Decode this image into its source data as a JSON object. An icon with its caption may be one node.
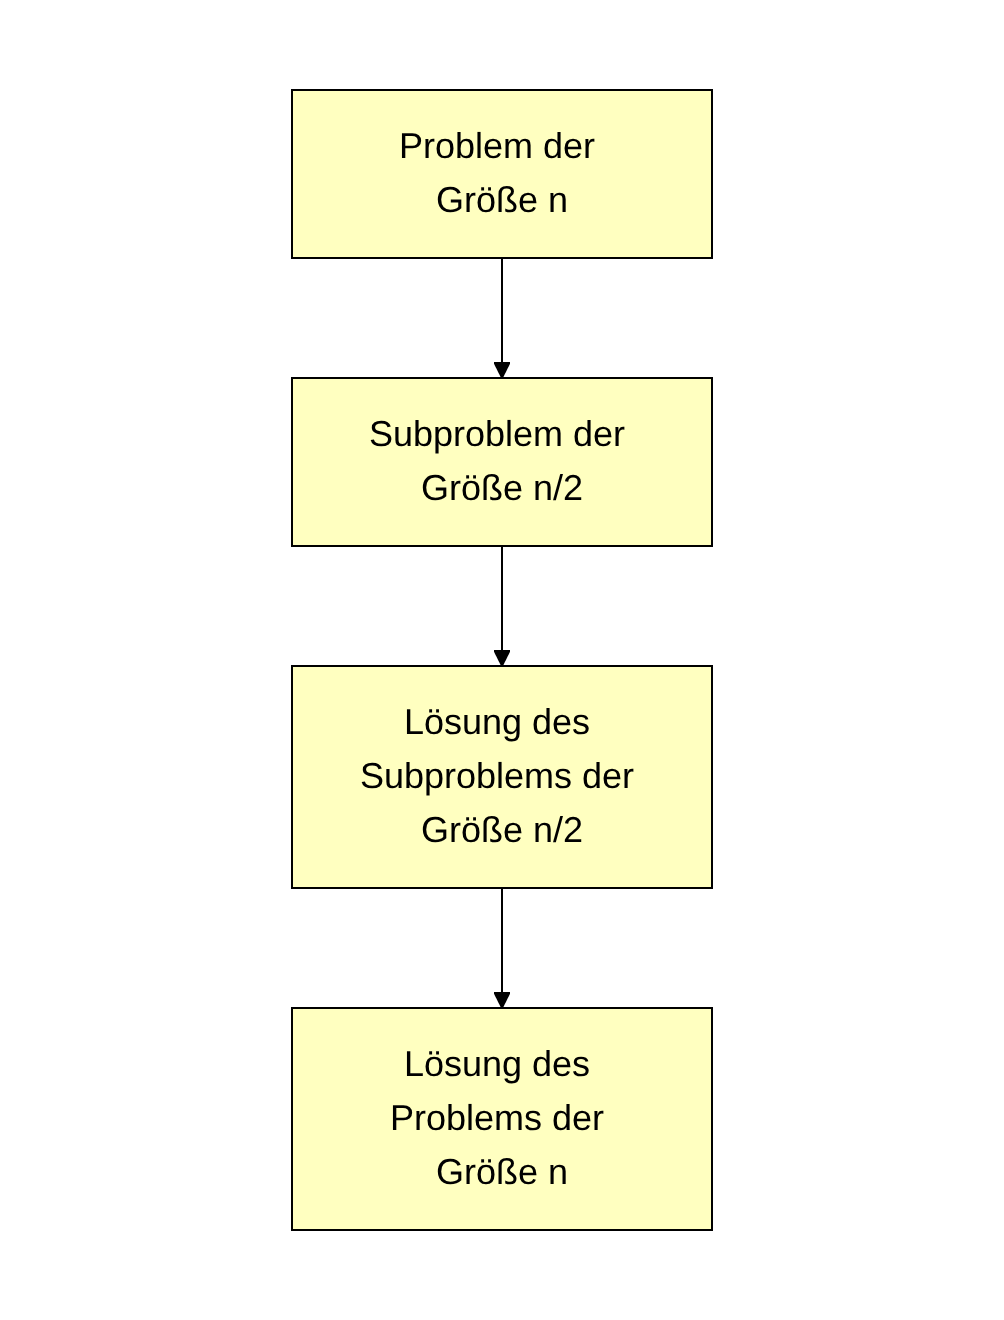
{
  "diagram": {
    "nodes": [
      {
        "text": [
          "Problem der Größe n"
        ]
      },
      {
        "text": [
          "Subproblem der Größe n/2"
        ]
      },
      {
        "text": [
          "Lösung des Subproblems der Größe n/2"
        ]
      },
      {
        "text": [
          "Lösung des Problems der Größe n"
        ]
      }
    ],
    "edges": [
      {
        "from": 0,
        "to": 1,
        "arrow": "to"
      },
      {
        "from": 1,
        "to": 2,
        "arrow": "to"
      },
      {
        "from": 2,
        "to": 3,
        "arrow": "to"
      }
    ]
  }
}
